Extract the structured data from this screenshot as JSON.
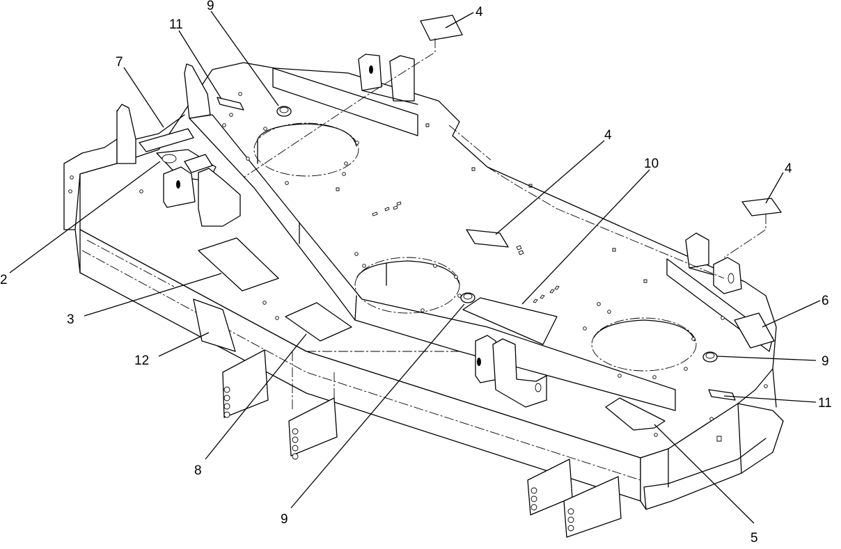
{
  "callouts": [
    {
      "id": "c-9-top",
      "label": "9"
    },
    {
      "id": "c-11-top",
      "label": "11"
    },
    {
      "id": "c-7",
      "label": "7"
    },
    {
      "id": "c-4-top",
      "label": "4"
    },
    {
      "id": "c-4-mid",
      "label": "4"
    },
    {
      "id": "c-10",
      "label": "10"
    },
    {
      "id": "c-4-right",
      "label": "4"
    },
    {
      "id": "c-2",
      "label": "2"
    },
    {
      "id": "c-3",
      "label": "3"
    },
    {
      "id": "c-12",
      "label": "12"
    },
    {
      "id": "c-6",
      "label": "6"
    },
    {
      "id": "c-9-right",
      "label": "9"
    },
    {
      "id": "c-11-right",
      "label": "11"
    },
    {
      "id": "c-8",
      "label": "8"
    },
    {
      "id": "c-9-bottom",
      "label": "9"
    },
    {
      "id": "c-5",
      "label": "5"
    }
  ]
}
